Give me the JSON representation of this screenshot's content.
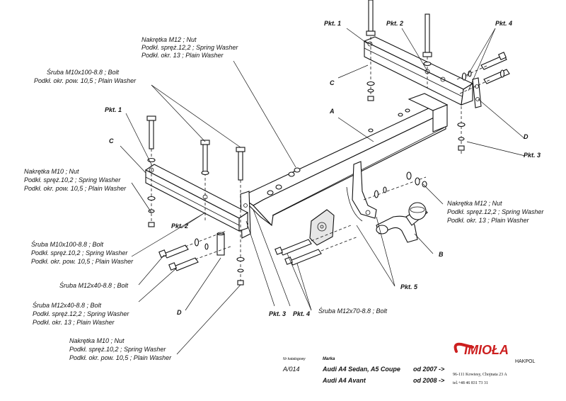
{
  "labels": {
    "nut_m12_top": [
      "Nakrętka  M12 ; Nut",
      "Podkł. spręż.12,2 ; Spring Washer",
      "Podkł. okr. 13 ; Plain Washer"
    ],
    "bolt_m10_top": [
      "Śruba M10x100-8.8 ;  Bolt",
      "Podkł. okr. pow. 10,5 ; Plain Washer"
    ],
    "nut_m10_left": [
      "Nakrętka  M10 ; Nut",
      "Podkł. spręż.10,2 ; Spring Washer",
      "Podkł. okr. pow. 10,5 ; Plain Washer"
    ],
    "bolt_m10_left": [
      "Śruba M10x100-8.8 ;  Bolt",
      "Podkł. spręż.10,2 ; Spring Washer",
      "Podkł. okr. pow. 10,5 ; Plain Washer"
    ],
    "bolt_m12x40_a": "Śruba M12x40-8.8 ;  Bolt",
    "bolt_m12x40_b": [
      "Śruba M12x40-8.8 ;  Bolt",
      "Podkł. spręż.12,2 ; Spring Washer",
      "Podkł. okr. 13 ; Plain Washer"
    ],
    "nut_m10_bottom": [
      "Nakrętka  M10 ; Nut",
      "Podkł. spręż.10,2 ; Spring Washer",
      "Podkł. okr. pow. 10,5 ; Plain Washer"
    ],
    "nut_m12_right": [
      "Nakrętka  M12 ; Nut",
      "Podkł. spręż.12,2 ; Spring Washer",
      "Podkł. okr. 13 ; Plain Washer"
    ],
    "bolt_m12x70": "Śruba M12x70-8.8 ;  Bolt"
  },
  "part_letters": {
    "c_top": "C",
    "c_left": "C",
    "a": "A",
    "b": "B",
    "d_right": "D",
    "d_left": "D"
  },
  "points": {
    "pkt1_top": "Pkt. 1",
    "pkt2_top": "Pkt. 2",
    "pkt4_top": "Pkt. 4",
    "pkt1_left": "Pkt. 1",
    "pkt2_left": "Pkt. 2",
    "pkt3_right": "Pkt. 3",
    "pkt3_bottom": "Pkt. 3",
    "pkt4_bottom": "Pkt. 4",
    "pkt5": "Pkt. 5"
  },
  "footer": {
    "catalog_label": "Nr katalogowy",
    "catalog_number": "A/014",
    "brand_label": "Marka",
    "model1": "Audi A4 Sedan, A5 Coupe",
    "model1_from": "od 2007 ->",
    "model2": "Audi A4 Avant",
    "model2_from": "od 2008 ->",
    "company_name": "IMIOŁA",
    "company_sub": "HAKPOL",
    "address": "96-111 Kowiesy, Chojnata 23 A",
    "phone": "tel.+48 46 831 73 31"
  },
  "colors": {
    "logo_red": "#cc1f1f",
    "ink": "#111111"
  }
}
